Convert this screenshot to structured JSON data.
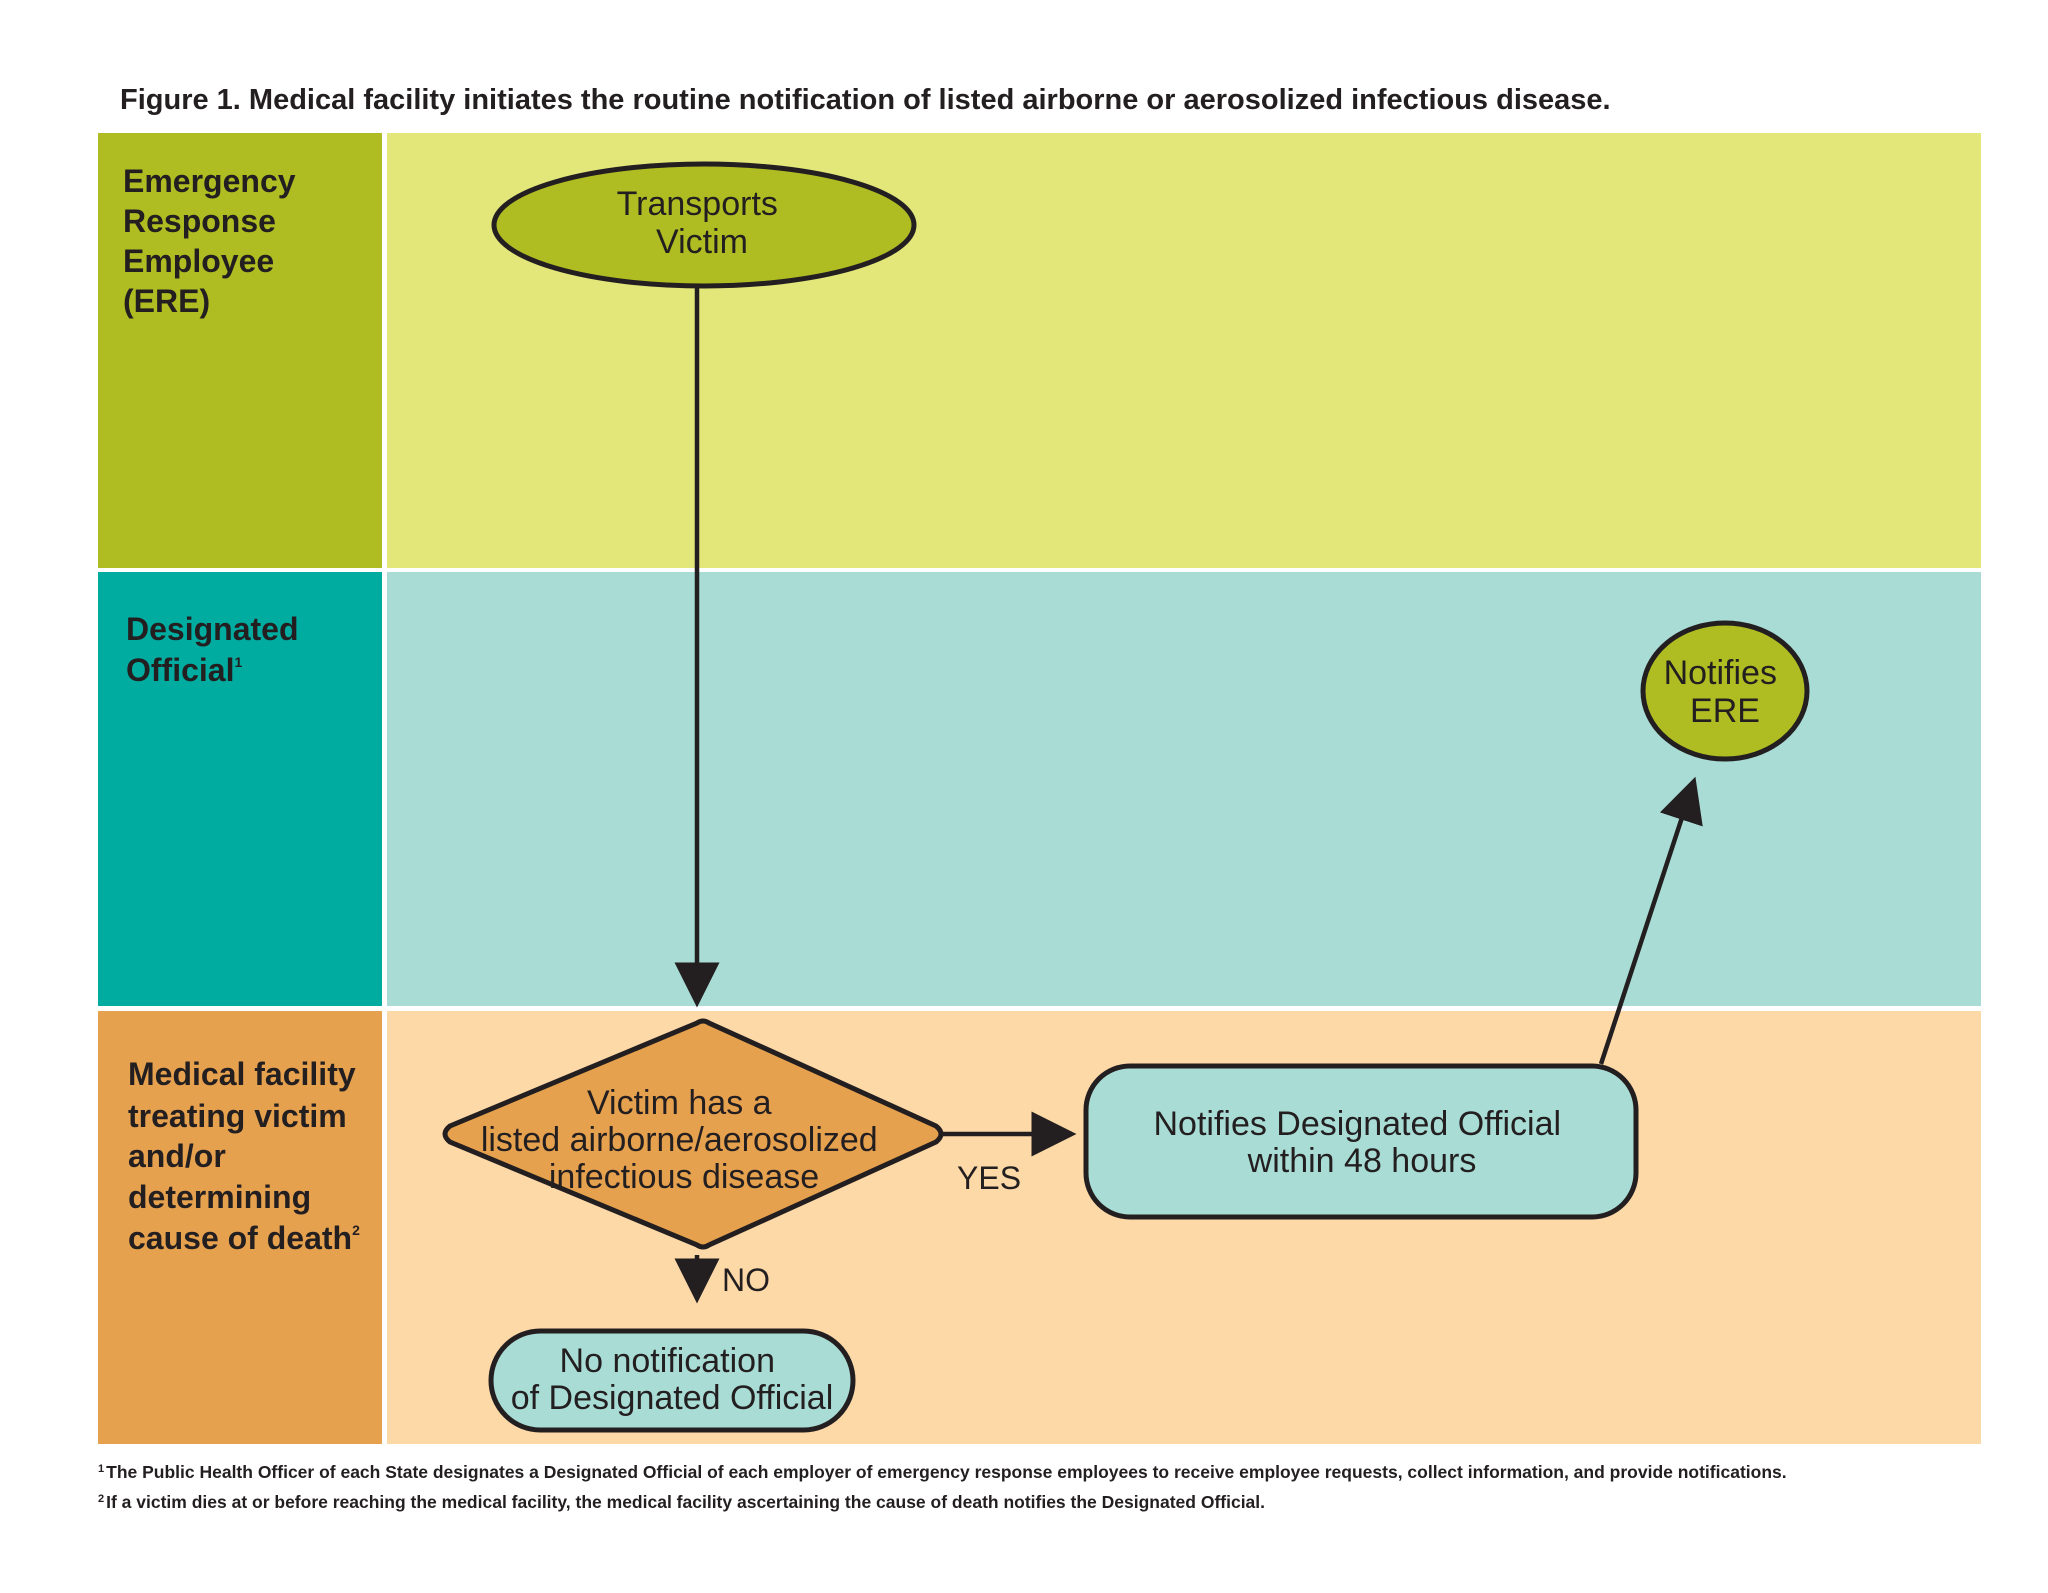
{
  "title": "Figure 1.  Medical facility initiates the routine notification of listed airborne or aerosolized infectious disease.",
  "colors": {
    "ere_label_bg": "#afbd22",
    "ere_lane_bg": "#e3e77a",
    "do_label_bg": "#00ab9f",
    "do_lane_bg": "#a8dcd5",
    "mf_label_bg": "#e6a14f",
    "mf_lane_bg": "#fdd9a8",
    "green_node": "#afbd22",
    "teal_node": "#a8dcd5",
    "orange_node": "#e6a14f",
    "stroke": "#231f20"
  },
  "lanes": [
    {
      "id": "ere",
      "label_lines": [
        "Emergency",
        "Response",
        "Employee",
        "(ERE)"
      ],
      "sup": ""
    },
    {
      "id": "do",
      "label_lines": [
        "Designated",
        "Official"
      ],
      "sup": "1"
    },
    {
      "id": "mf",
      "label_lines": [
        "Medical facility",
        "treating victim",
        "and/or",
        "determining",
        "cause of death"
      ],
      "sup": "2"
    }
  ],
  "nodes": {
    "transports_victim": {
      "lines": [
        "Transports",
        "Victim"
      ],
      "shape": "ellipse"
    },
    "notifies_ere": {
      "lines": [
        "Notifies",
        "ERE"
      ],
      "shape": "ellipse"
    },
    "decision": {
      "lines": [
        "Victim has a",
        "listed airborne/aerosolized",
        "infectious disease"
      ],
      "shape": "diamond"
    },
    "notifies_do": {
      "lines": [
        "Notifies Designated Official",
        "within 48 hours"
      ],
      "shape": "rounded-rect"
    },
    "no_notification": {
      "lines": [
        "No notification",
        "of Designated Official"
      ],
      "shape": "stadium"
    }
  },
  "edges": {
    "yes_label": "YES",
    "no_label": "NO"
  },
  "footnotes": [
    {
      "mark": "1",
      "text": "The Public Health Officer of each State designates a Designated Official of each employer of emergency response employees to receive employee requests, collect information, and provide notifications."
    },
    {
      "mark": "2",
      "text": "If a victim dies at or before reaching the medical facility, the medical facility ascertaining the cause of death notifies the Designated Official."
    }
  ]
}
